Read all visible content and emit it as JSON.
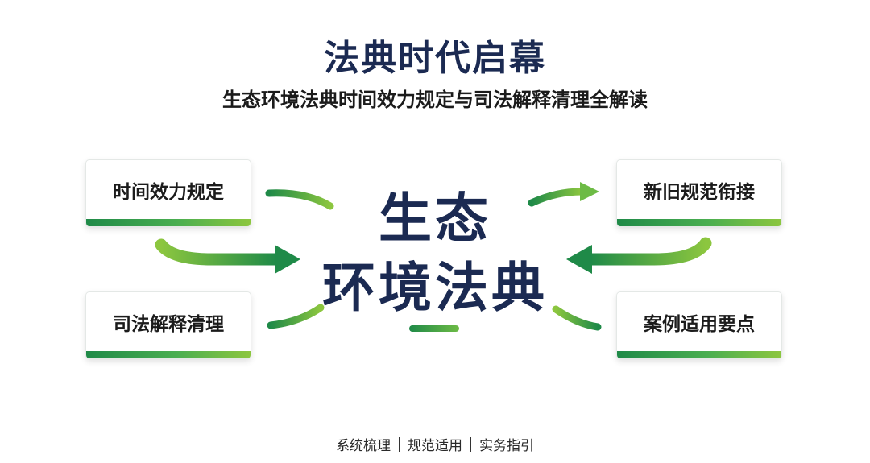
{
  "title": "法典时代启幕",
  "subtitle": "生态环境法典时间效力规定与司法解释清理全解读",
  "center": {
    "line1": "生态",
    "line2": "环境法典"
  },
  "cards": {
    "top_left": "时间效力规定",
    "bottom_left": "司法解释清理",
    "top_right": "新旧规范衔接",
    "bottom_right": "案例适用要点"
  },
  "footer": {
    "item1": "系统梳理",
    "item2": "规范适用",
    "item3": "实务指引"
  },
  "colors": {
    "title_navy": "#1b2a52",
    "green_dark": "#1f8a48",
    "green_light": "#8cc63f"
  }
}
